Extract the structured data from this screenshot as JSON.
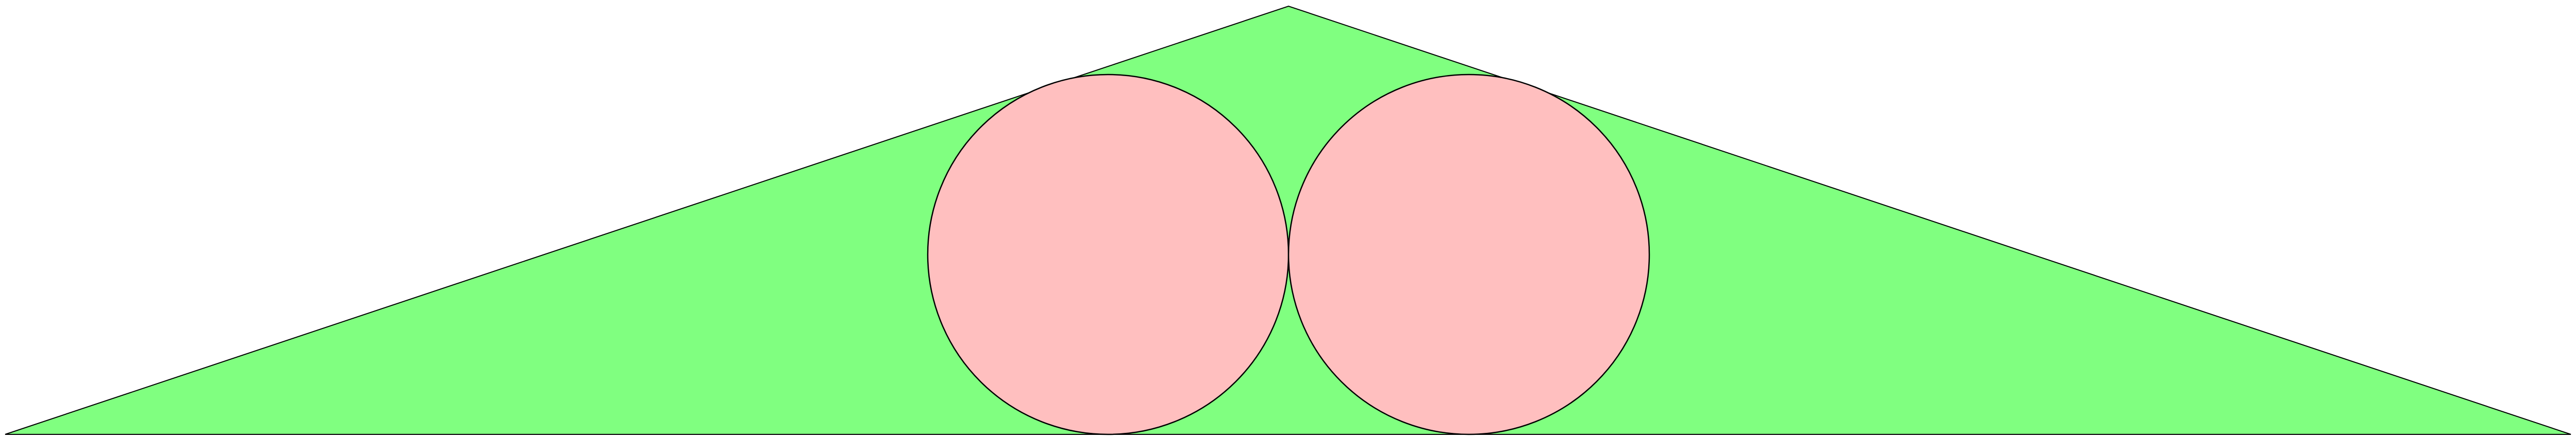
{
  "diagram": {
    "shapes": [
      {
        "kind": "triangle",
        "name": "isosceles-triangle",
        "fill": "#80ff80",
        "stroke": "#000000"
      },
      {
        "kind": "circle",
        "name": "circle-left",
        "fill": "#ffbfbf",
        "stroke": "#000000"
      },
      {
        "kind": "circle",
        "name": "circle-right",
        "fill": "#ffbfbf",
        "stroke": "#000000"
      }
    ],
    "circles_tangent_to_each_other": true,
    "circles_tangent_to_base": true,
    "circles_tangent_to_sides": true
  }
}
